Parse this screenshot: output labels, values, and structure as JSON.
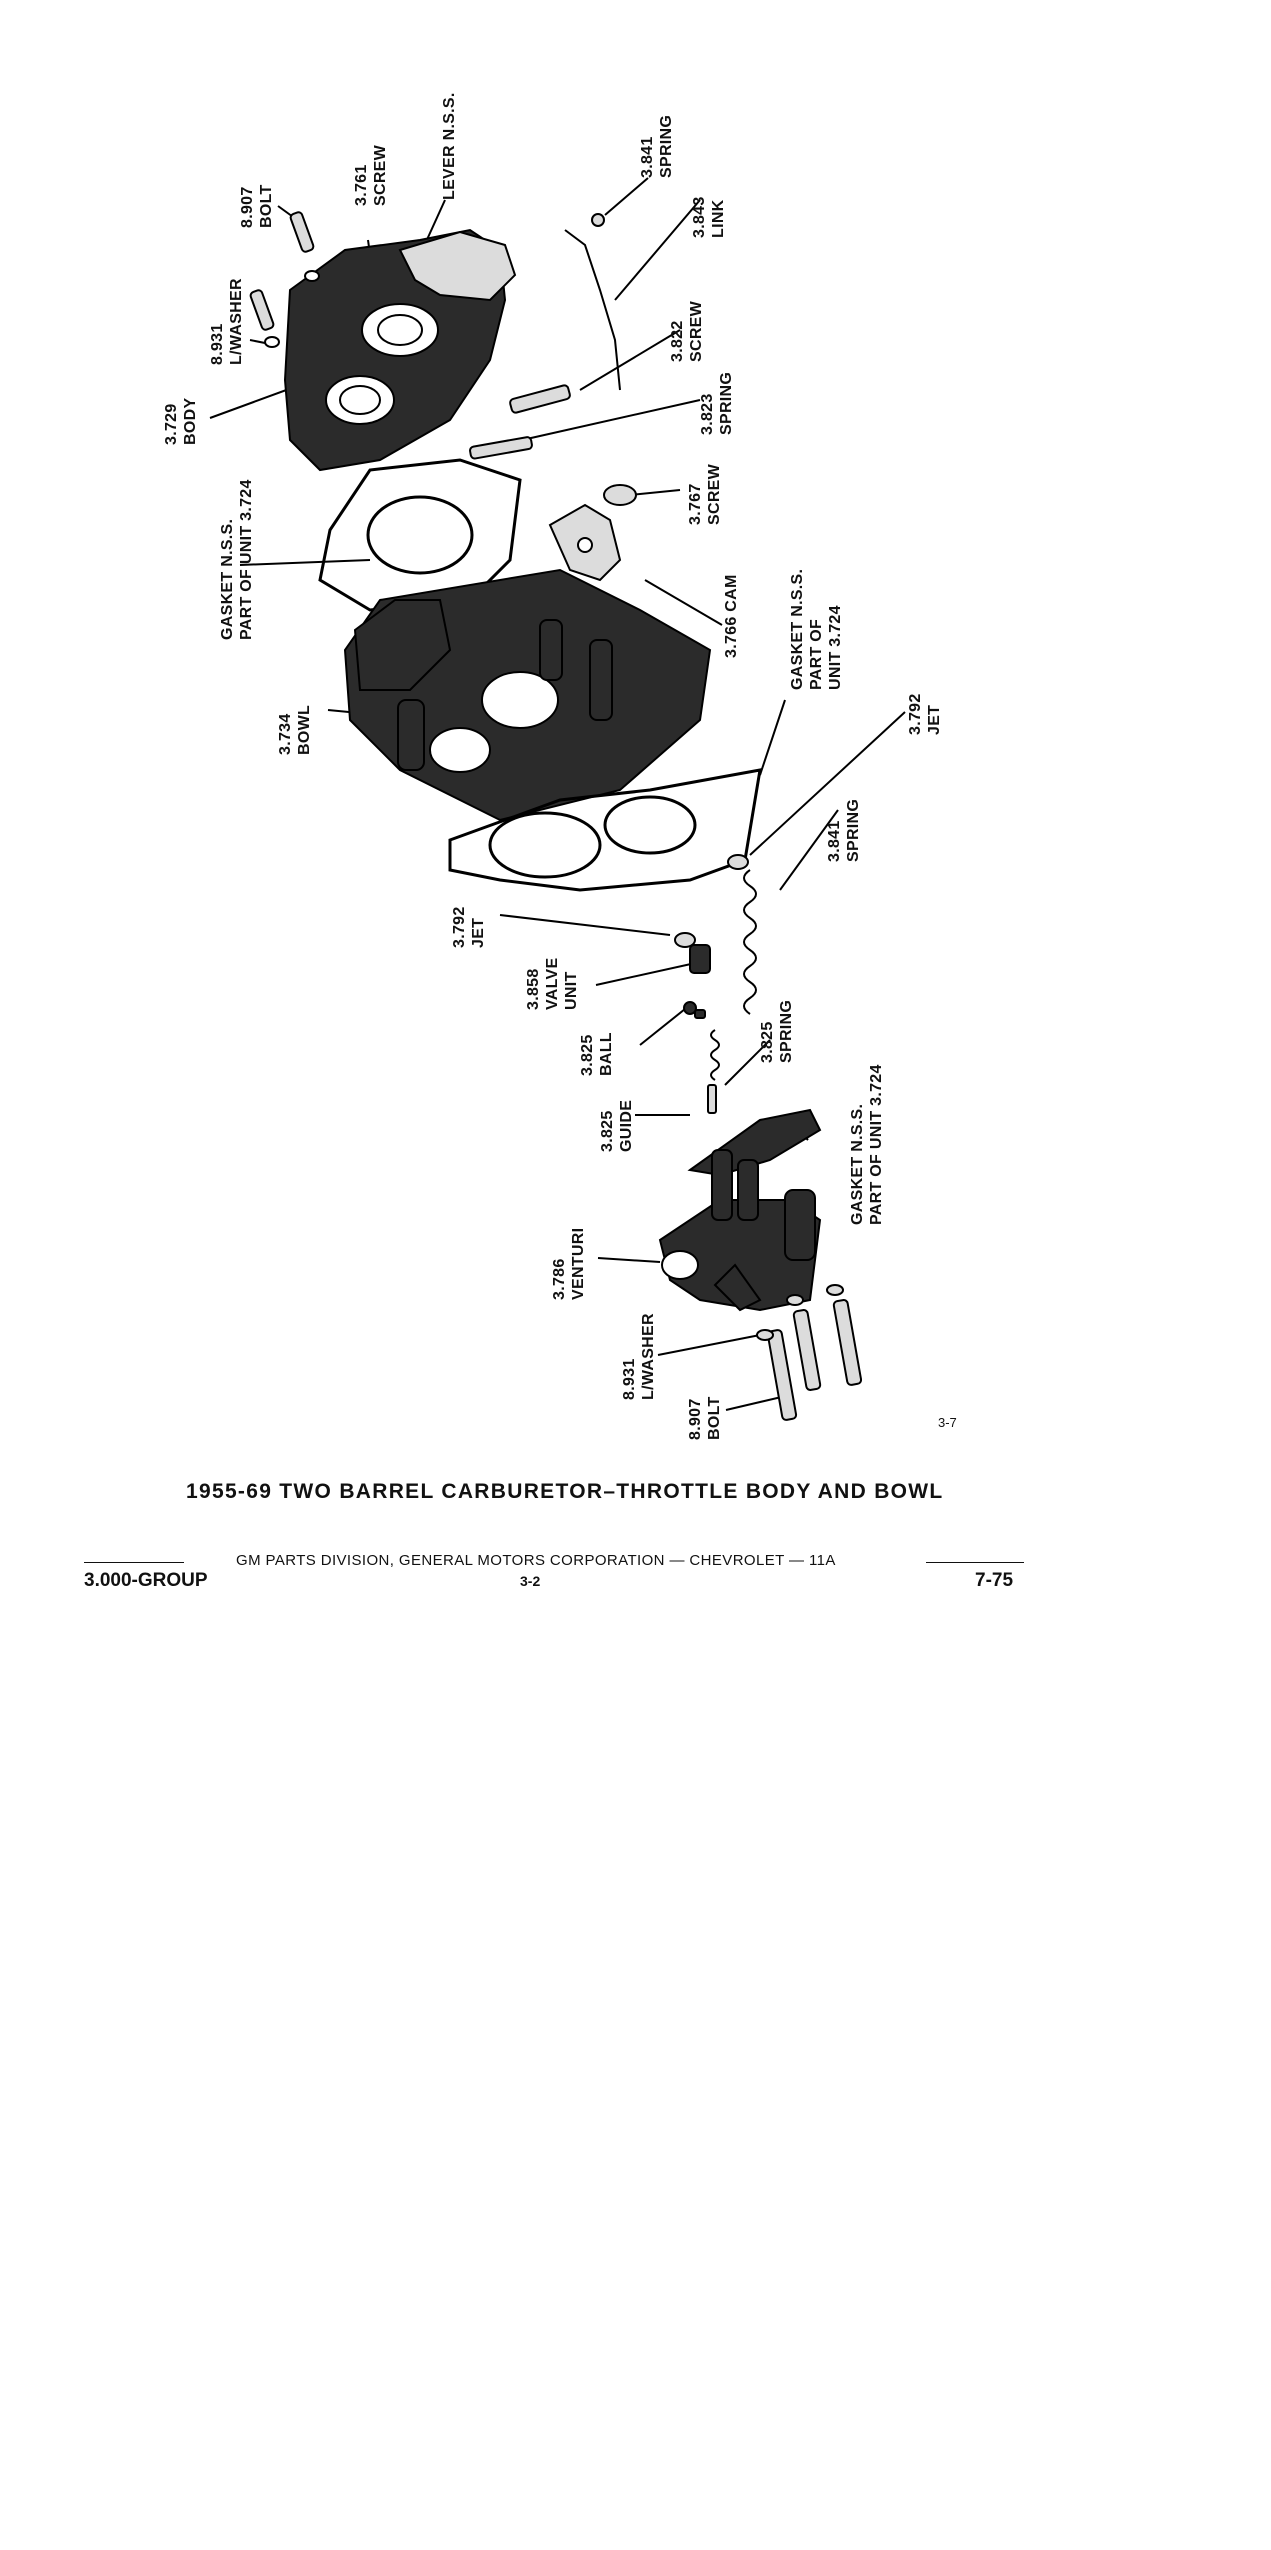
{
  "labels": {
    "bolt_top": "8.907\nBOLT",
    "screw_3761": "3.761\nSCREW",
    "lever": "LEVER N.S.S.",
    "spring_3841_top": "3.841\nSPRING",
    "link_3843": "3.843\nLINK",
    "lwasher_top": "8.931\nL/WASHER",
    "body_3729": "3.729\nBODY",
    "screw_3822": "3.822\nSCREW",
    "spring_3823": "3.823\nSPRING",
    "gasket_top": "GASKET N.S.S.\nPART OF UNIT 3.724",
    "screw_3767": "3.767\nSCREW",
    "cam_3766": "3.766 CAM",
    "bowl_3734": "3.734\nBOWL",
    "gasket_mid": "GASKET N.S.S.\nPART OF\nUNIT 3.724",
    "jet_3792_right": "3.792\nJET",
    "spring_3841_mid": "3.841\nSPRING",
    "jet_3792_left": "3.792\nJET",
    "valve_3858": "3.858\nVALVE\nUNIT",
    "ball_3825": "3.825\nBALL",
    "spring_3825": "3.825\nSPRING",
    "guide_3825": "3.825\nGUIDE",
    "gasket_low": "GASKET N.S.S.\nPART OF UNIT 3.724",
    "venturi_3786": "3.786\nVENTURI",
    "lwasher_bottom": "8.931\nL/WASHER",
    "bolt_bottom": "8.907\nBOLT"
  },
  "figure_number": "3-7",
  "caption": "1955-69 TWO BARREL CARBURETOR–THROTTLE BODY AND BOWL",
  "footer": {
    "publisher": "GM PARTS DIVISION, GENERAL MOTORS CORPORATION — CHEVROLET — 11A",
    "group": "3.000-GROUP",
    "page": "3-2",
    "date": "7-75"
  }
}
